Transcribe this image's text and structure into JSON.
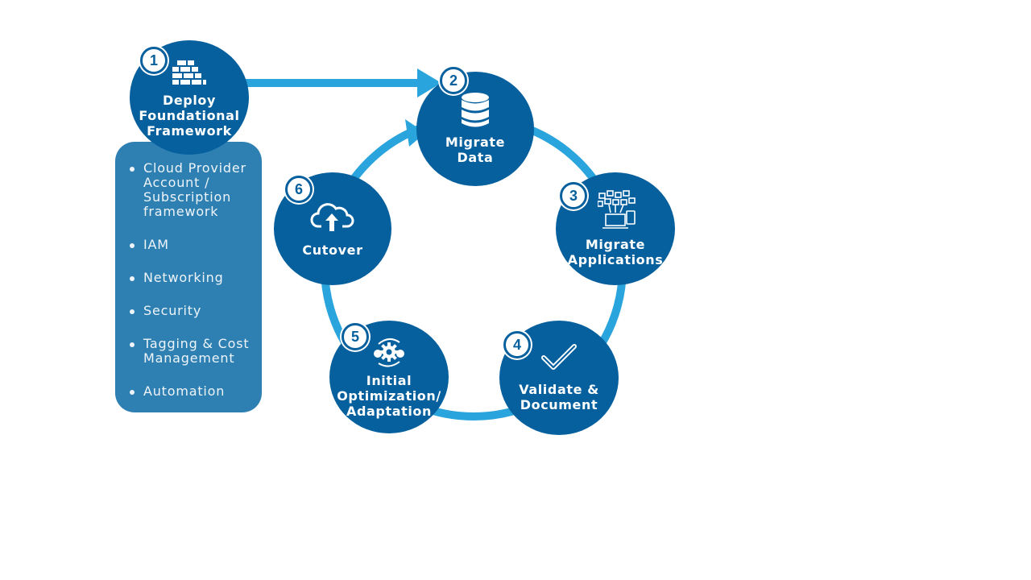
{
  "colors": {
    "node_fill": "#06609e",
    "ring_and_arrows": "#2aa4dc",
    "panel_fill": "#2e80b3",
    "text": "#ffffff"
  },
  "steps": [
    {
      "number": "1",
      "label_lines": [
        "Deploy",
        "Foundational",
        "Framework"
      ],
      "icon": "brick-wall-icon"
    },
    {
      "number": "2",
      "label_lines": [
        "Migrate",
        "Data"
      ],
      "icon": "database-icon"
    },
    {
      "number": "3",
      "label_lines": [
        "Migrate",
        "Applications"
      ],
      "icon": "devices-apps-icon"
    },
    {
      "number": "4",
      "label_lines": [
        "Validate &",
        "Document"
      ],
      "icon": "checkmark-icon"
    },
    {
      "number": "5",
      "label_lines": [
        "Initial",
        "Optimization/",
        "Adaptation"
      ],
      "icon": "gears-cycle-icon"
    },
    {
      "number": "6",
      "label_lines": [
        "Cutover"
      ],
      "icon": "cloud-upload-icon"
    }
  ],
  "framework_items": [
    "Cloud Provider Account / Subscription framework",
    "IAM",
    "Networking",
    "Security",
    "Tagging & Cost Management",
    "Automation"
  ],
  "connections": [
    {
      "from": "1",
      "to": "2",
      "type": "straight-arrow"
    },
    {
      "from": "2",
      "to": "3",
      "type": "ring-arc"
    },
    {
      "from": "3",
      "to": "4",
      "type": "ring-arc"
    },
    {
      "from": "4",
      "to": "5",
      "type": "ring-arc"
    },
    {
      "from": "5",
      "to": "6",
      "type": "ring-arc"
    },
    {
      "from": "6",
      "to": "2",
      "type": "ring-arrow"
    }
  ]
}
